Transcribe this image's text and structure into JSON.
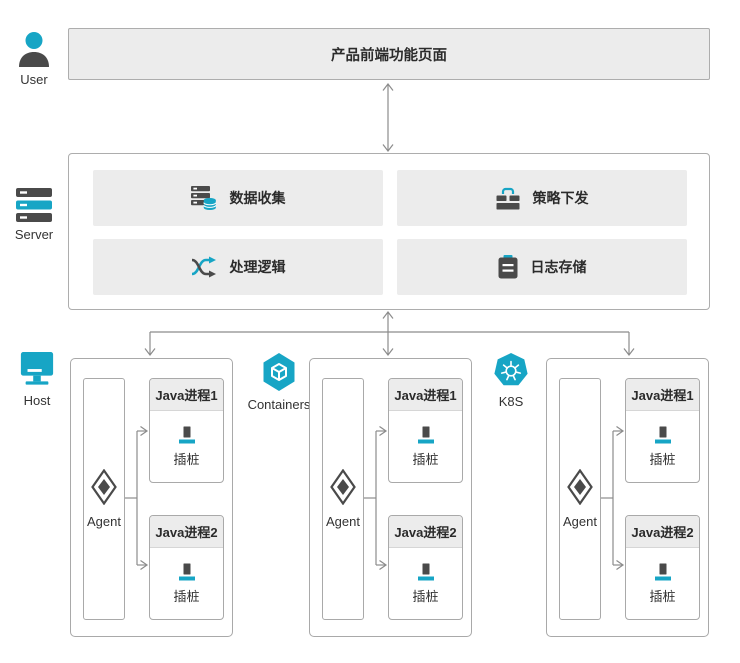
{
  "colors": {
    "accent": "#17a5c5",
    "icon_dark": "#4a4a4a",
    "panel_fill": "#ececec",
    "border": "#a9a9a9",
    "arrow": "#8c8c8c"
  },
  "user": {
    "label": "User",
    "icon": "user-icon"
  },
  "frontend": {
    "title": "产品前端功能页面"
  },
  "server": {
    "label": "Server",
    "icon": "server-icon",
    "modules": [
      {
        "label": "数据收集",
        "icon": "data-collection-icon"
      },
      {
        "label": "策略下发",
        "icon": "policy-dispatch-icon"
      },
      {
        "label": "处理逻辑",
        "icon": "process-logic-icon"
      },
      {
        "label": "日志存储",
        "icon": "log-storage-icon"
      }
    ]
  },
  "environments": [
    {
      "label": "Host",
      "icon": "host-icon"
    },
    {
      "label": "Containers",
      "icon": "containers-icon"
    },
    {
      "label": "K8S",
      "icon": "k8s-icon"
    }
  ],
  "groups": [
    {
      "agent_label": "Agent",
      "processes": [
        {
          "title": "Java进程1",
          "plugin_label": "插桩"
        },
        {
          "title": "Java进程2",
          "plugin_label": "插桩"
        }
      ]
    },
    {
      "agent_label": "Agent",
      "processes": [
        {
          "title": "Java进程1",
          "plugin_label": "插桩"
        },
        {
          "title": "Java进程2",
          "plugin_label": "插桩"
        }
      ]
    },
    {
      "agent_label": "Agent",
      "processes": [
        {
          "title": "Java进程1",
          "plugin_label": "插桩"
        },
        {
          "title": "Java进程2",
          "plugin_label": "插桩"
        }
      ]
    }
  ]
}
